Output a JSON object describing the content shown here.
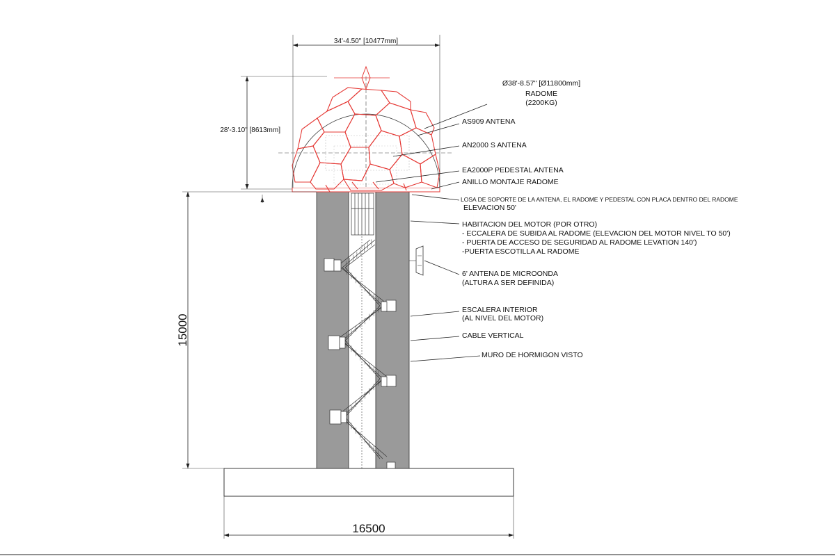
{
  "dimensions": {
    "radome_width": "34'-4.50\" [10477mm]",
    "radome_height": "28'-3.10\" [8613mm]",
    "tower_height": "15000",
    "base_width": "16500"
  },
  "labels": {
    "radome_diameter": "Ø38'-8.57\" [Ø11800mm]",
    "radome_name": "RADOME",
    "radome_weight": "(2200KG)",
    "as909": "AS909 ANTENA",
    "an2000": "AN2000 S ANTENA",
    "ea2000p": "EA2000P PEDESTAL ANTENA",
    "anillo": "ANILLO MONTAJE RADOME",
    "losa": "LOSA DE SOPORTE DE LA ANTENA, EL RADOME Y PEDESTAL   CON PLACA DENTRO DEL RADOME",
    "elevacion": "ELEVACION 50'",
    "habitacion_1": "HABITACION DEL MOTOR (POR OTRO)",
    "habitacion_2": "- ECCALERA DE SUBIDA AL RADOME (ELEVACION DEL MOTOR NIVEL TO 50')",
    "habitacion_3": "- PUERTA DE ACCESO DE SEGURIDAD AL RADOME LEVATION 140')",
    "habitacion_4": "-PUERTA ESCOTILLA AL RADOME",
    "microonda_1": "6' ANTENA DE MICROONDA",
    "microonda_2": "(ALTURA A SER DEFINIDA)",
    "escalera_1": "ESCALERA INTERIOR",
    "escalera_2": "(AL NIVEL DEL MOTOR)",
    "cable": "CABLE VERTICAL",
    "muro": "MURO DE HORMIGON VISTO"
  },
  "colors": {
    "radome_lines": "#e53935",
    "concrete": "#9a9a9a",
    "ink": "#222222"
  }
}
